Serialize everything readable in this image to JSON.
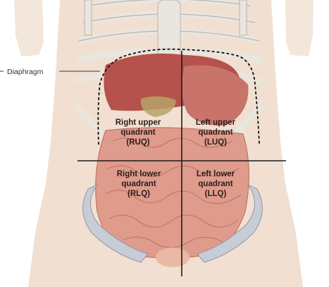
{
  "labels": {
    "diaphragm": "Diaphragm",
    "ruq": {
      "line1": "Right upper",
      "line2": "quadrant",
      "line3": "(RUQ)"
    },
    "luq": {
      "line1": "Left upper",
      "line2": "quadrant",
      "line3": "(LUQ)"
    },
    "rlq": {
      "line1": "Right lower",
      "line2": "quadrant",
      "line3": "(RLQ)"
    },
    "llq": {
      "line1": "Left lower",
      "line2": "quadrant",
      "line3": "(LLQ)"
    }
  },
  "colors": {
    "skin": "#f1e0d2",
    "bone": "#e9e5df",
    "bone_stroke": "#bcb3a8",
    "liver": "#b5524b",
    "stomach": "#c8746a",
    "intestine": "#df9b8c",
    "intestine_stroke": "#c07564",
    "pelvis": "#c7ccd6",
    "quadrant_line": "#1b1b1b",
    "diaphragm_line": "#111111"
  }
}
